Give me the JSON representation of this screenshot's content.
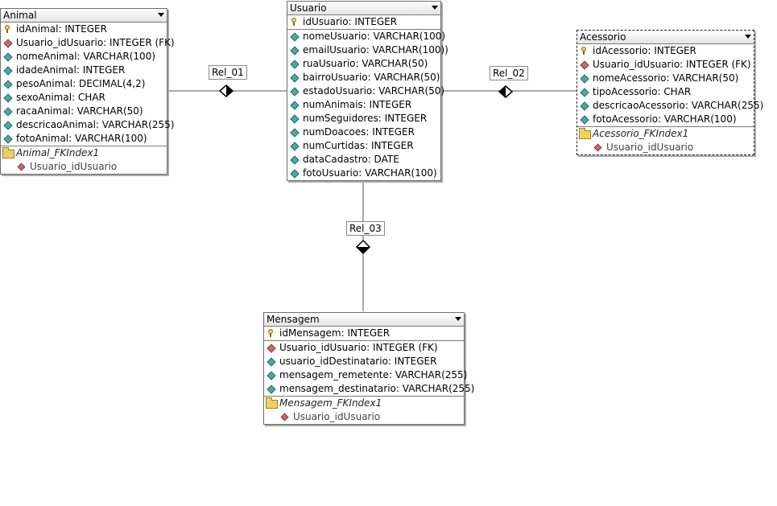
{
  "entities": {
    "animal": {
      "name": "Animal",
      "columns": [
        {
          "text": "idAnimal: INTEGER",
          "icon": "primary-key-icon"
        },
        {
          "text": "Usuario_idUsuario: INTEGER (FK)",
          "icon": "foreign-key-icon"
        },
        {
          "text": "nomeAnimal: VARCHAR(100)",
          "icon": "attribute-icon"
        },
        {
          "text": "idadeAnimal: INTEGER",
          "icon": "attribute-icon"
        },
        {
          "text": "pesoAnimal: DECIMAL(4,2)",
          "icon": "attribute-icon"
        },
        {
          "text": "sexoAnimal: CHAR",
          "icon": "attribute-icon"
        },
        {
          "text": "racaAnimal: VARCHAR(50)",
          "icon": "attribute-icon"
        },
        {
          "text": "descricaoAnimal: VARCHAR(255)",
          "icon": "attribute-icon"
        },
        {
          "text": "fotoAnimal: VARCHAR(100)",
          "icon": "attribute-icon"
        }
      ],
      "index": {
        "name": "Animal_FKIndex1",
        "column": "Usuario_idUsuario"
      }
    },
    "usuario": {
      "name": "Usuario",
      "columns": [
        {
          "text": "idUsuario: INTEGER",
          "icon": "primary-key-icon"
        },
        {
          "text": "nomeUsuario: VARCHAR(100)",
          "icon": "attribute-icon"
        },
        {
          "text": "emailUsuario: VARCHAR(100))",
          "icon": "attribute-icon"
        },
        {
          "text": "ruaUsuario: VARCHAR(50)",
          "icon": "attribute-icon"
        },
        {
          "text": "bairroUsuario: VARCHAR(50)",
          "icon": "attribute-icon"
        },
        {
          "text": "estadoUsuario: VARCHAR(50)",
          "icon": "attribute-icon"
        },
        {
          "text": "numAnimais: INTEGER",
          "icon": "attribute-icon"
        },
        {
          "text": "numSeguidores: INTEGER",
          "icon": "attribute-icon"
        },
        {
          "text": "numDoacoes: INTEGER",
          "icon": "attribute-icon"
        },
        {
          "text": "numCurtidas: INTEGER",
          "icon": "attribute-icon"
        },
        {
          "text": "dataCadastro: DATE",
          "icon": "attribute-icon"
        },
        {
          "text": "fotoUsuario: VARCHAR(100)",
          "icon": "attribute-icon"
        }
      ]
    },
    "acessorio": {
      "name": "Acessorio",
      "columns": [
        {
          "text": "idAcessorio: INTEGER",
          "icon": "primary-key-icon"
        },
        {
          "text": "Usuario_idUsuario: INTEGER (FK)",
          "icon": "foreign-key-icon"
        },
        {
          "text": "nomeAcessorio: VARCHAR(50)",
          "icon": "attribute-icon"
        },
        {
          "text": "tipoAcessorio: CHAR",
          "icon": "attribute-icon"
        },
        {
          "text": "descricaoAcessorio: VARCHAR(255)",
          "icon": "attribute-icon"
        },
        {
          "text": "fotoAcessorio: VARCHAR(100)",
          "icon": "attribute-icon"
        }
      ],
      "index": {
        "name": "Acessorio_FKIndex1",
        "column": "Usuario_idUsuario"
      }
    },
    "mensagem": {
      "name": "Mensagem",
      "columns": [
        {
          "text": "idMensagem: INTEGER",
          "icon": "primary-key-icon"
        },
        {
          "text": "Usuario_idUsuario: INTEGER (FK)",
          "icon": "foreign-key-icon"
        },
        {
          "text": "usuario_idDestinatario: INTEGER",
          "icon": "attribute-icon"
        },
        {
          "text": "mensagem_remetente: VARCHAR(255)",
          "icon": "attribute-icon"
        },
        {
          "text": "mensagem_destinatario: VARCHAR(255)",
          "icon": "attribute-icon"
        }
      ],
      "index": {
        "name": "Mensagem_FKIndex1",
        "column": "Usuario_idUsuario"
      }
    }
  },
  "relations": {
    "rel01": "Rel_01",
    "rel02": "Rel_02",
    "rel03": "Rel_03"
  },
  "colors": {
    "attribute": "#4fa6a4",
    "foreign_key": "#c86a6a",
    "primary_key": "#f2d060",
    "index_folder": "#f0d068"
  }
}
